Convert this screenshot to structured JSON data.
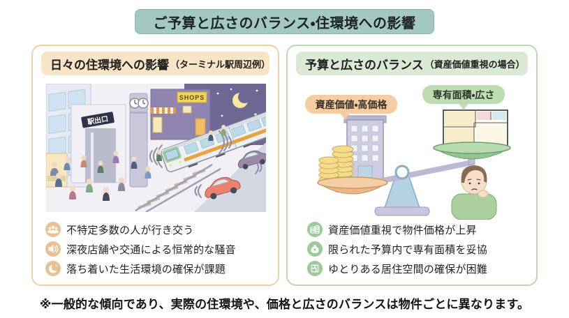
{
  "banner": {
    "title": "ご予算と広さのバランス・住環境への影響"
  },
  "left_panel": {
    "title": "日々の住環境への影響",
    "subtitle": "（ターミナル駅周辺例）",
    "illustration": {
      "description": "terminal-station-night-scene",
      "station_sign": "駅出口",
      "shop_sign": "SHOPS"
    },
    "bullets": [
      {
        "icon": "crowd-icon",
        "text": "不特定多数の人が行き交う"
      },
      {
        "icon": "speaker-icon",
        "text": "深夜店舗や交通による恒常的な騒音"
      },
      {
        "icon": "moon-icon",
        "text": "落ち着いた生活環境の確保が課題"
      }
    ]
  },
  "right_panel": {
    "title": "予算と広さのバランス",
    "subtitle": "（資産価値重視の場合）",
    "illustration": {
      "description": "balance-scale-price-vs-space",
      "left_label": "資産価値・高価格",
      "right_label": "専有面積・広さ"
    },
    "bullets": [
      {
        "icon": "coins-icon",
        "text": "資産価値重視で物件価格が上昇"
      },
      {
        "icon": "money-bag-icon",
        "text": "限られた予算内で専有面積を妥協"
      },
      {
        "icon": "floorplan-icon",
        "text": "ゆとりある居住空間の確保が困難"
      }
    ]
  },
  "footnote": "※一般的な傾向であり、実際の住環境や、価格と広さのバランスは物件ごとに異なります。",
  "colors": {
    "banner_bg": "#a3c8c2",
    "banner_border": "#8db5ae",
    "left_border": "#ecd0a9",
    "left_header_bg": "#f8e4c6",
    "left_icon_bg": "#e7c093",
    "right_border": "#bcd8b3",
    "right_header_bg": "#d9e9d3",
    "right_icon_bg": "#9cca9a",
    "night_sky": "#6e6894",
    "scale_fulcrum": "#b5d2e2",
    "scale_left_pan": "#eeb488",
    "scale_right_pan": "#a9d2a3"
  }
}
